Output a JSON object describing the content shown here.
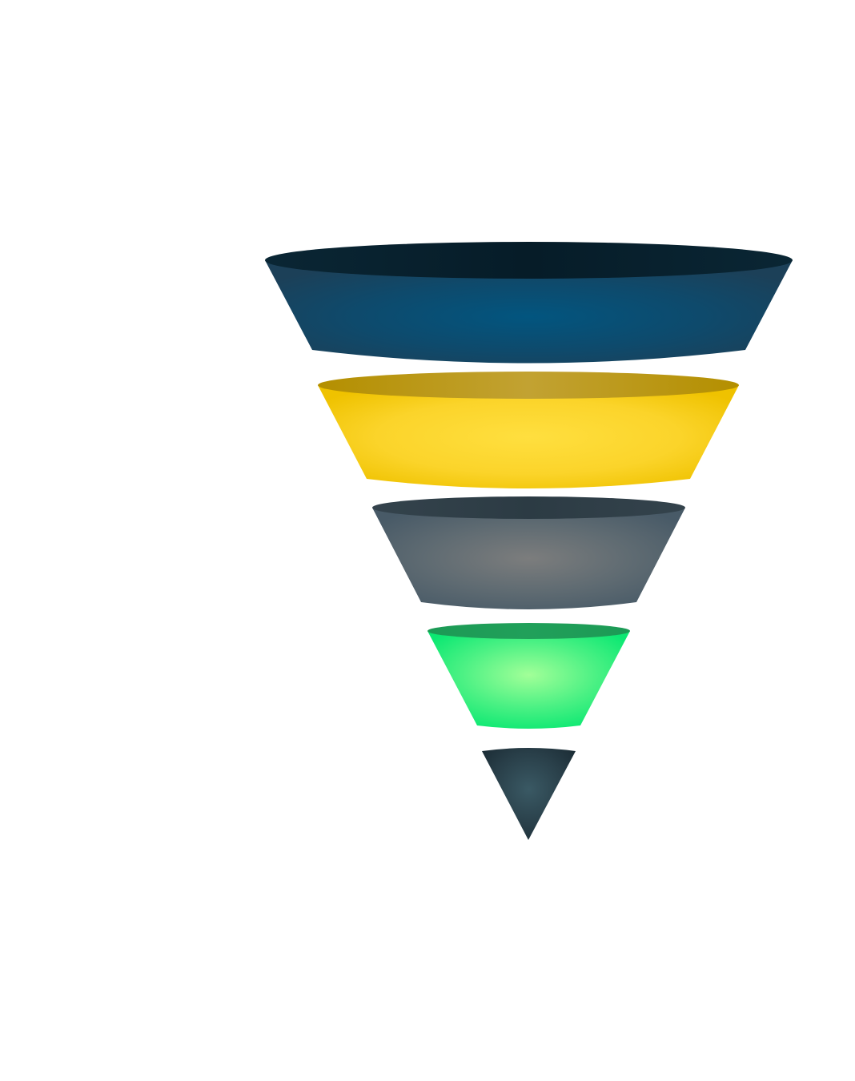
{
  "diagram": {
    "type": "funnel",
    "stage_count": 5,
    "stages": [
      {
        "id": "stage-1",
        "level": 1,
        "shape": "tapered-band",
        "color": "#0b4f78",
        "rim_color": "#08202c",
        "leader_color": "#1e4d6b"
      },
      {
        "id": "stage-2",
        "level": 2,
        "shape": "tapered-band",
        "color": "#fdd835",
        "rim_color": "#b8950d",
        "leader_color": "#f5c400"
      },
      {
        "id": "stage-3",
        "level": 3,
        "shape": "tapered-band",
        "color": "#6e7376",
        "rim_color": "#2f3d45",
        "leader_color": "#5a6a76"
      },
      {
        "id": "stage-4",
        "level": 4,
        "shape": "tapered-band",
        "color": "#3ff07a",
        "rim_color": "#1f9a55",
        "leader_color": "#22e07c"
      },
      {
        "id": "stage-5",
        "level": 5,
        "shape": "cone-tip",
        "color": "#2e4752",
        "rim_color": "#0f1d24",
        "leader_color": "#4f5d68"
      }
    ],
    "labels_visible": false
  }
}
